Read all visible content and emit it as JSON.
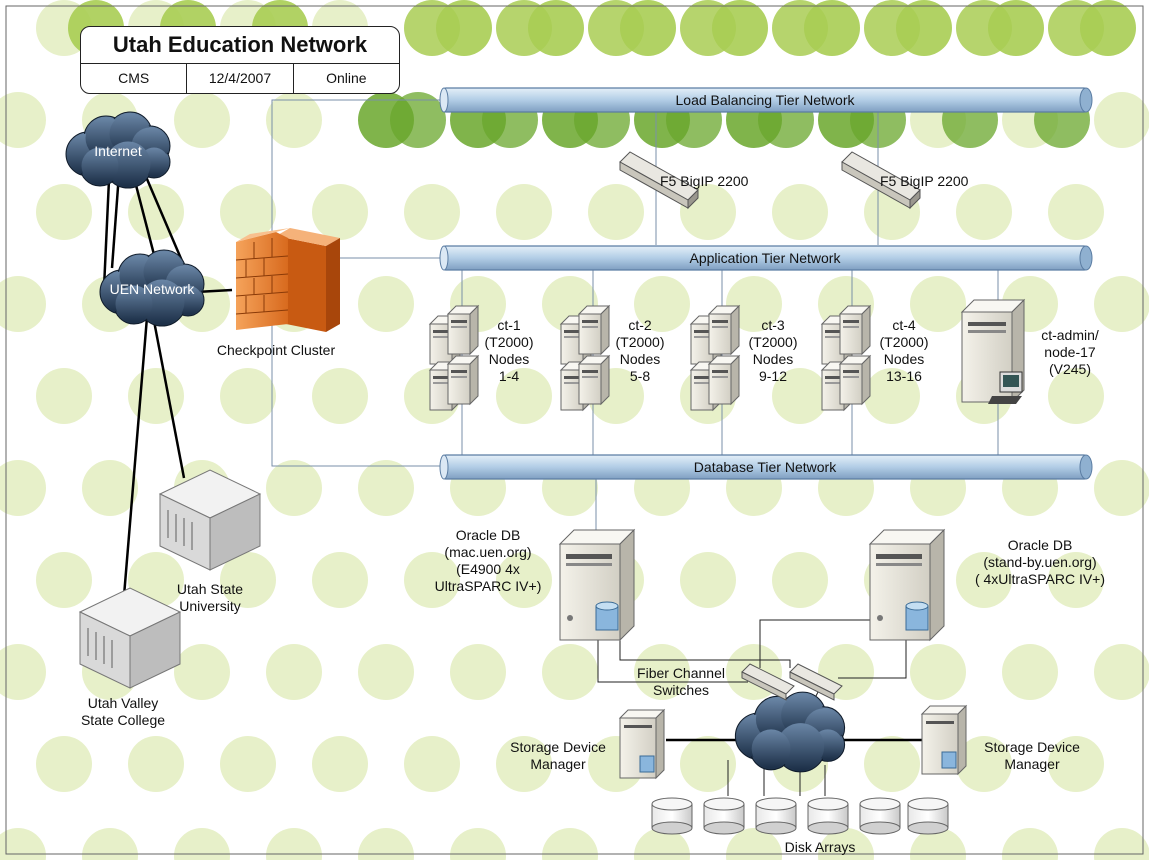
{
  "title_block": {
    "title": "Utah Education Network",
    "fields": [
      "CMS",
      "12/4/2007",
      "Online"
    ]
  },
  "networks": {
    "load_balancing": "Load Balancing Tier Network",
    "application": "Application Tier Network",
    "database": "Database Tier Network"
  },
  "clouds": {
    "internet": "Internet",
    "uen": "UEN Network"
  },
  "firewall": {
    "label": "Checkpoint Cluster"
  },
  "load_balancers": [
    "F5 BigIP 2200",
    "F5 BigIP 2200"
  ],
  "app_clusters": [
    {
      "lines": [
        "ct-1",
        "(T2000)",
        "Nodes",
        "1-4"
      ]
    },
    {
      "lines": [
        "ct-2",
        "(T2000)",
        "Nodes",
        "5-8"
      ]
    },
    {
      "lines": [
        "ct-3",
        "(T2000)",
        "Nodes",
        "9-12"
      ]
    },
    {
      "lines": [
        "ct-4",
        "(T2000)",
        "Nodes",
        "13-16"
      ]
    }
  ],
  "admin_node": {
    "lines": [
      "ct-admin/",
      "node-17",
      "(V245)"
    ]
  },
  "campuses": [
    {
      "lines": [
        "Utah State",
        "University"
      ]
    },
    {
      "lines": [
        "Utah Valley",
        "State College"
      ]
    }
  ],
  "databases": [
    {
      "lines": [
        "Oracle DB",
        "(mac.uen.org)",
        "(E4900 4x",
        "UltraSPARC IV+)"
      ]
    },
    {
      "lines": [
        "Oracle DB",
        "(stand-by.uen.org)",
        "( 4xUltraSPARC IV+)"
      ]
    }
  ],
  "fiber_switches": {
    "lines": [
      "Fiber Channel",
      "Switches"
    ]
  },
  "storage_managers": [
    {
      "lines": [
        "Storage Device",
        "Manager"
      ]
    },
    {
      "lines": [
        "Storage Device",
        "Manager"
      ]
    }
  ],
  "disk_arrays": {
    "label": "Disk Arrays"
  },
  "colors": {
    "dot_light": "#e3edbf",
    "dot_mid": "#a9cd53",
    "dot_dark": "#6aa72c",
    "bus_fill": "#bcd5ea",
    "cloud_fill": "#27415e",
    "firewall": "#f08a3c"
  }
}
